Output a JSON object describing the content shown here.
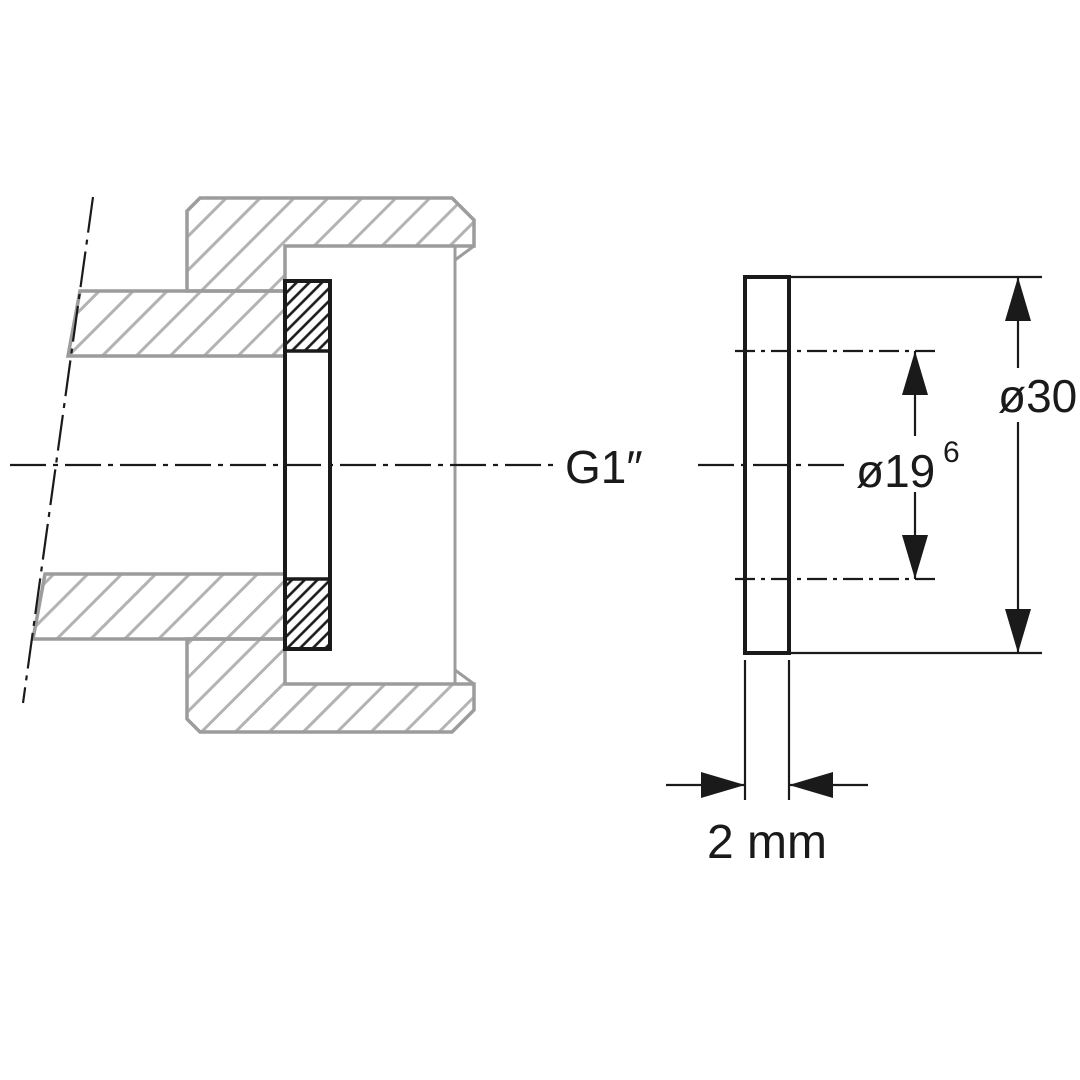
{
  "drawing": {
    "title": "gasket-installation-technical-drawing",
    "labels": {
      "thread_size": "G1″",
      "outer_diameter": "ø30",
      "inner_diameter": "ø19",
      "inner_diameter_sup": "6",
      "thickness": "2 mm"
    },
    "colors": {
      "background": "#ffffff",
      "part_outline_gray": "#9c9c9c",
      "hatch_gray": "#b3b3b3",
      "ink_black": "#1a1a1a"
    }
  }
}
